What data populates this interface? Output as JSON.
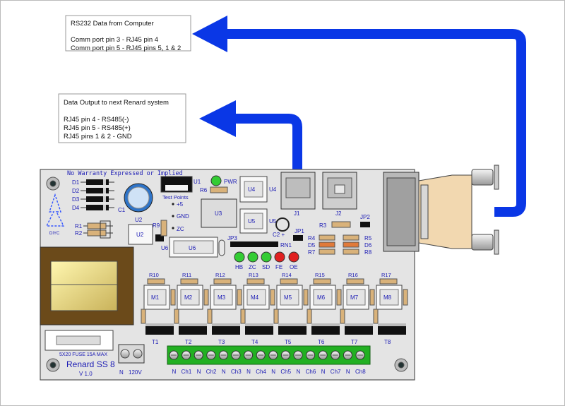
{
  "callouts": {
    "input": {
      "title": "RS232 Data from Computer",
      "lines": [
        "Comm port pin 3 - RJ45 pin 4",
        "Comm port pin 5 - RJ45 pins 5, 1 & 2"
      ]
    },
    "output": {
      "title": "Data Output to next Renard system",
      "lines": [
        "RJ45 pin 4 - RS485(-)",
        "RJ45 pin 5 - RS485(+)",
        "RJ45 pins 1 & 2 - GND"
      ]
    }
  },
  "board": {
    "warranty": "No Warranty Expressed or Implied",
    "name": "Renard  SS 8",
    "version": "V 1.0",
    "logo_text": "DIYC",
    "fuse_label": "5X20  FUSE  15A  MAX",
    "power_terminal": [
      "N",
      "120V"
    ],
    "diodes": [
      "D1",
      "D2",
      "D3",
      "D4"
    ],
    "resistors_left": [
      "R1",
      "R2"
    ],
    "cap_c1": "C1",
    "regulator": "U1",
    "test_points_title": "Test Points",
    "test_points": [
      "+5",
      "GND",
      "ZC"
    ],
    "pwr_label": "PWR",
    "r6": "R6",
    "r9": "R9",
    "u2": "U2",
    "u3": "U3",
    "u4": "U4",
    "u5": "U5",
    "u6": "U6",
    "c2": "C2 +",
    "jp1": "JP1",
    "jp2": "JP2",
    "jp3": "JP3",
    "rn1": "RN1",
    "j1": "J1",
    "j2": "J2",
    "r3": "R3",
    "right_parts": [
      {
        "left": "R4",
        "right": "R5"
      },
      {
        "left": "D5",
        "right": "D6"
      },
      {
        "left": "R7",
        "right": "R8"
      }
    ],
    "leds": [
      {
        "label": "HB",
        "color": "#33cc33"
      },
      {
        "label": "ZC",
        "color": "#33cc33"
      },
      {
        "label": "SD",
        "color": "#33cc33"
      },
      {
        "label": "FE",
        "color": "#e02020"
      },
      {
        "label": "OE",
        "color": "#e02020"
      }
    ],
    "channels": [
      {
        "r": "R10",
        "m": "M1",
        "t": "T1"
      },
      {
        "r": "R11",
        "m": "M2",
        "t": "T2"
      },
      {
        "r": "R12",
        "m": "M3",
        "t": "T3"
      },
      {
        "r": "R13",
        "m": "M4",
        "t": "T4"
      },
      {
        "r": "R14",
        "m": "M5",
        "t": "T5"
      },
      {
        "r": "R15",
        "m": "M6",
        "t": "T6"
      },
      {
        "r": "R16",
        "m": "M7",
        "t": "T7"
      },
      {
        "r": "R17",
        "m": "M8",
        "t": "T8"
      }
    ],
    "terminal_labels": [
      "N",
      "Ch1",
      "N",
      "Ch2",
      "N",
      "Ch3",
      "N",
      "Ch4",
      "N",
      "Ch5",
      "N",
      "Ch6",
      "N",
      "Ch7",
      "N",
      "Ch8"
    ]
  },
  "colors": {
    "arrow": "#0a37e6",
    "board": "#e4e4e4",
    "text_blue": "#1a1ab4",
    "terminal_green": "#22b022",
    "triac_black": "#111111",
    "connector_tan": "#f2d8b0"
  }
}
